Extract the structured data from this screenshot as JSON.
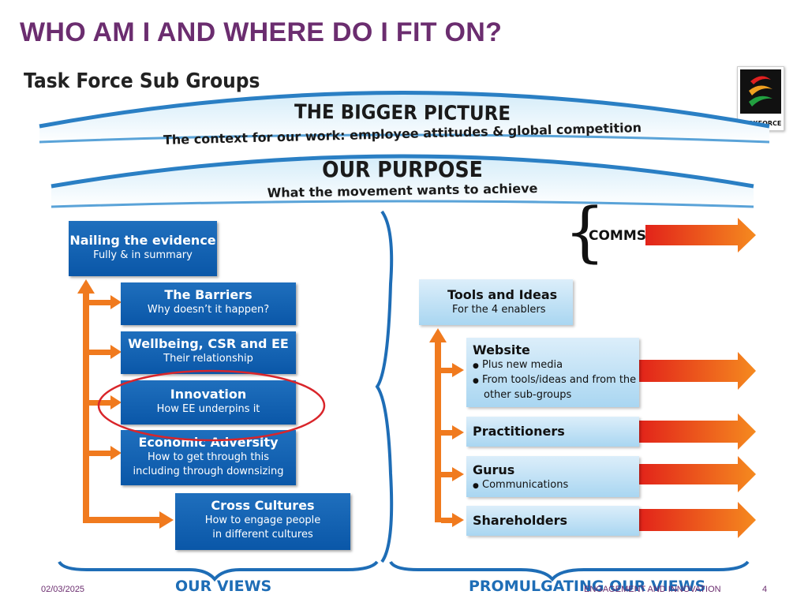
{
  "header": {
    "title": "WHO AM I AND WHERE DO I FIT ON?",
    "subtitle": "Task Force Sub Groups"
  },
  "logo": {
    "label": "TASKFORCE"
  },
  "bigger_picture": {
    "title": "THE BIGGER PICTURE",
    "text": "The context for our work: employee attitudes & global competition"
  },
  "purpose": {
    "title": "OUR PURPOSE",
    "text": "What the movement wants to achieve"
  },
  "left_boxes": [
    {
      "title": "Nailing the evidence",
      "text": "Fully & in summary"
    },
    {
      "title": "The Barriers",
      "text": "Why doesn’t it happen?"
    },
    {
      "title": "Wellbeing, CSR and EE",
      "text": "Their relationship"
    },
    {
      "title": "Innovation",
      "text": "How EE underpins it"
    },
    {
      "title": "Economic Adversity",
      "text": "How to get through this including through downsizing"
    },
    {
      "title": "Cross Cultures",
      "text": "How to engage people in different cultures"
    }
  ],
  "comms": {
    "label": "COMMS",
    "brace": "{"
  },
  "tools": {
    "title": "Tools and Ideas",
    "text": "For the 4 enablers"
  },
  "right_boxes": [
    {
      "title": "Website",
      "bullets": [
        "Plus new media",
        "From tools/ideas and from the other sub-groups"
      ]
    },
    {
      "title": "Practitioners",
      "bullets": []
    },
    {
      "title": "Gurus",
      "bullets": [
        "Communications"
      ]
    },
    {
      "title": "Shareholders",
      "bullets": []
    }
  ],
  "bullet_char": "●",
  "sections": {
    "left": "OUR VIEWS",
    "right": "PROMULGATING OUR VIEWS"
  },
  "footer": {
    "date": "02/03/2025",
    "center": "ENGAGEMENT AND INNOVATION",
    "page": "4"
  },
  "colors": {
    "title": "#6b2d6f",
    "dark_box": "#0a57a8",
    "light_box": "#a9d6f1",
    "arrow": "#f07a1e",
    "red_arrow": "#e2231a",
    "highlight": "#d9252a"
  }
}
